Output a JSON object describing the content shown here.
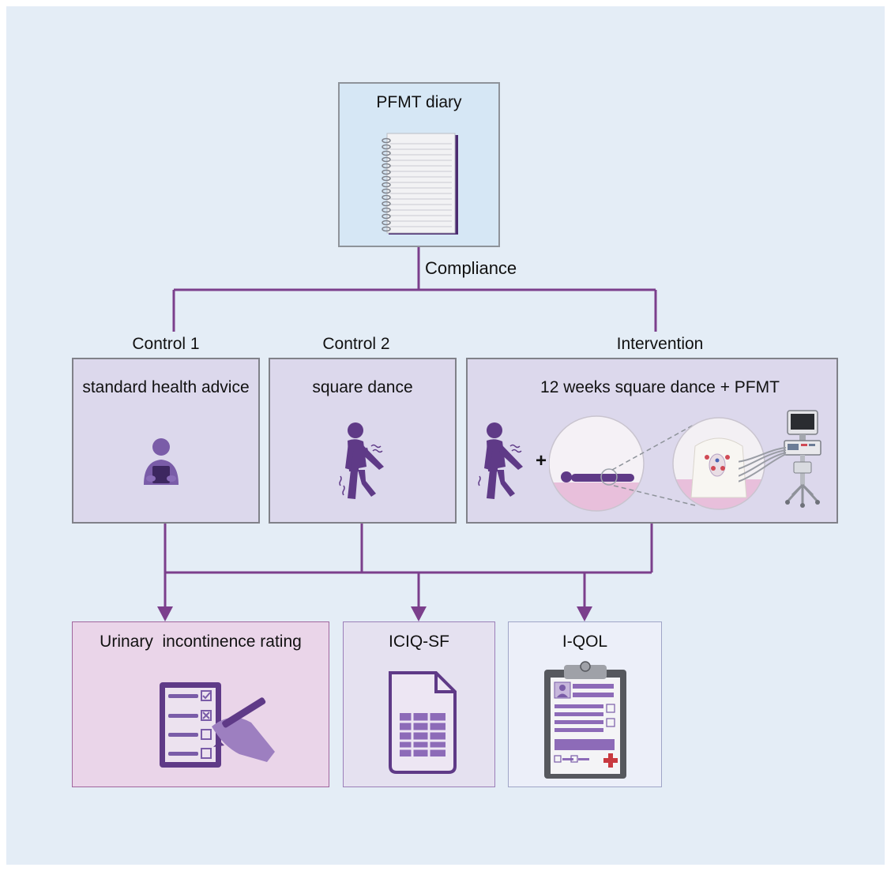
{
  "diary": {
    "title": "PFMT diary"
  },
  "link": {
    "label": "Compliance"
  },
  "groups": [
    {
      "name": "Control 1",
      "description": "standard health advice"
    },
    {
      "name": "Control 2",
      "description": "square dance"
    },
    {
      "name": "Intervention",
      "description": "12 weeks square dance + PFMT"
    }
  ],
  "intervention_plus": "+",
  "outcomes": [
    {
      "label": "Urinary  incontinence rating"
    },
    {
      "label": "ICIQ-SF"
    },
    {
      "label": "I-QOL"
    }
  ],
  "colors": {
    "background": "#e4edf6",
    "line_purple": "#7b3f8c",
    "icon_purple": "#5f3a87",
    "diary_box": "#d6e7f5",
    "group_box": "#dcd8ec",
    "outcome_1": "#ead5e9",
    "outcome_2": "#e5e1f0",
    "outcome_3": "#eceff9",
    "pink_mat": "#e8bfdb"
  },
  "icons": [
    "notebook-icon",
    "person-reading-icon",
    "dancing-person-icon",
    "pelvic-floor-training-icon",
    "biofeedback-machine-icon",
    "checklist-icon",
    "spreadsheet-document-icon",
    "clipboard-form-icon"
  ]
}
